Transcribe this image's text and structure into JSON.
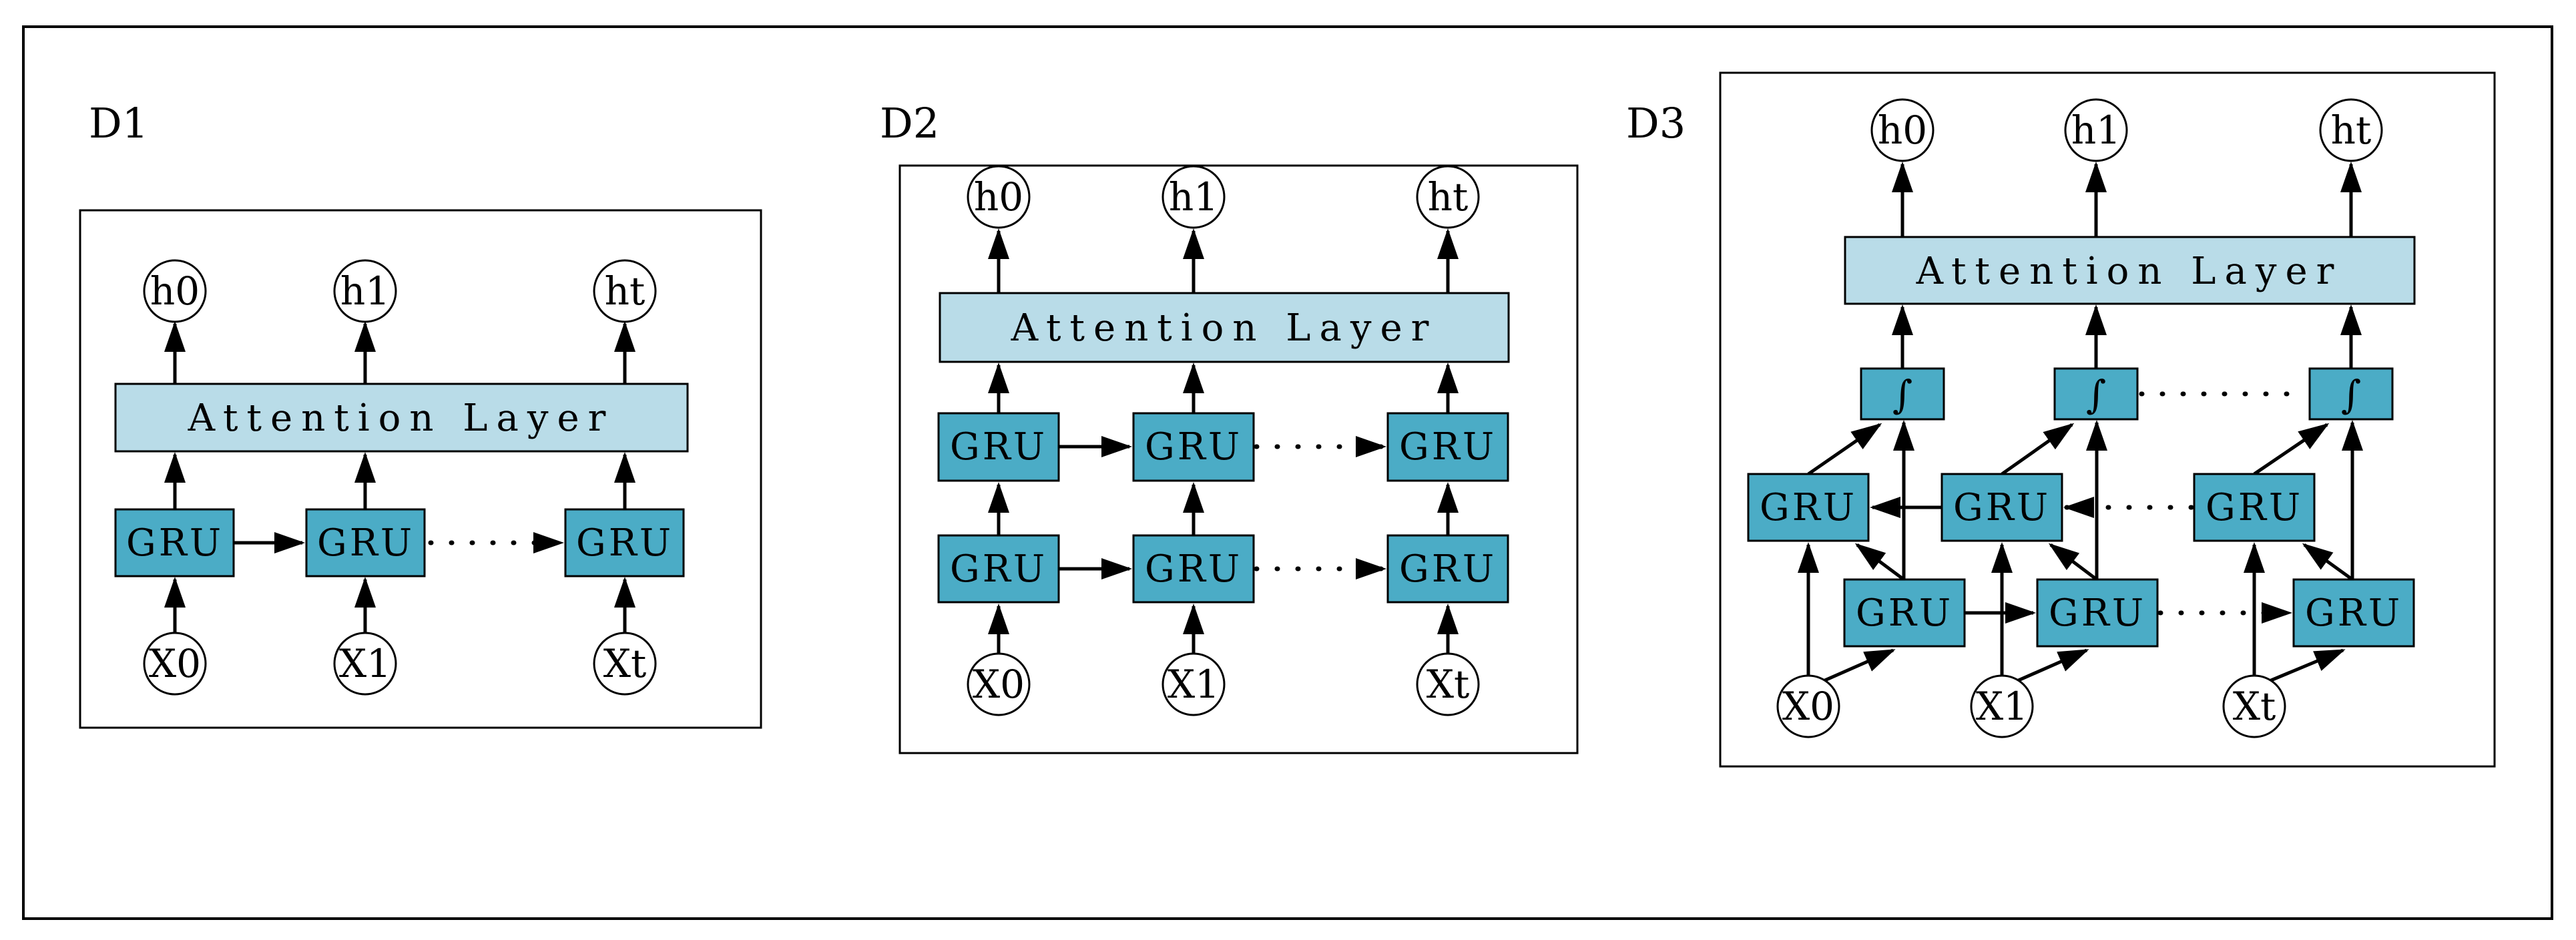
{
  "figure": {
    "colors": {
      "background": "#ffffff",
      "line": "#000000",
      "cell_fill": "#4bacc6",
      "attention_fill": "#b9dce8",
      "node_fill": "#ffffff"
    },
    "panels": [
      {
        "label": "D1",
        "attention_label": "Attention Layer",
        "cell_label": "GRU",
        "outputs": [
          "h0",
          "h1",
          "ht"
        ],
        "inputs": [
          "X0",
          "X1",
          "Xt"
        ]
      },
      {
        "label": "D2",
        "attention_label": "Attention Layer",
        "cell_label": "GRU",
        "outputs": [
          "h0",
          "h1",
          "ht"
        ],
        "inputs": [
          "X0",
          "X1",
          "Xt"
        ]
      },
      {
        "label": "D3",
        "attention_label": "Attention Layer",
        "cell_label": "GRU",
        "merge_symbol": "∫",
        "outputs": [
          "h0",
          "h1",
          "ht"
        ],
        "inputs": [
          "X0",
          "X1",
          "Xt"
        ]
      }
    ]
  }
}
